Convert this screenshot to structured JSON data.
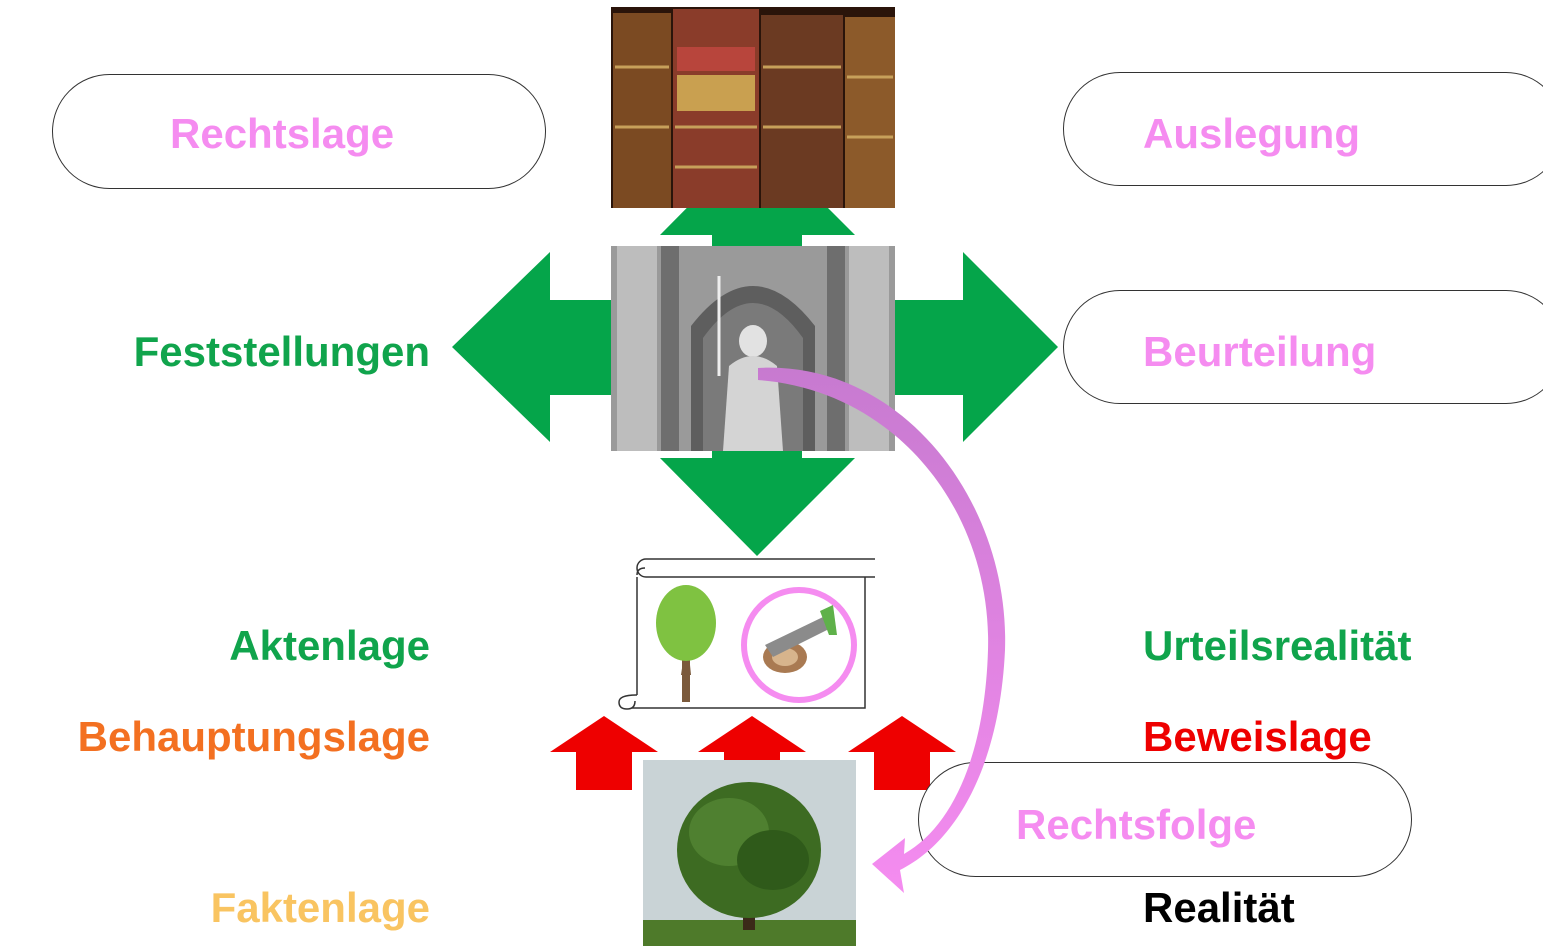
{
  "labels": {
    "rechtslage": "Rechtslage",
    "auslegung": "Auslegung",
    "feststellungen": "Feststellungen",
    "beurteilung": "Beurteilung",
    "aktenlage": "Aktenlage",
    "urteilsrealitaet": "Urteilsrealität",
    "behauptungslage": "Behauptungslage",
    "beweislage": "Beweislage",
    "rechtsfolge": "Rechtsfolge",
    "faktenlage": "Faktenlage",
    "realitaet": "Realität"
  },
  "colors": {
    "pink": "#f58cf0",
    "green": "#10a44c",
    "arrow_green": "#05a54a",
    "orange": "#f37021",
    "red": "#ee0000",
    "light_orange": "#f9c461",
    "black": "#000000",
    "curve": "#d27ad6"
  }
}
